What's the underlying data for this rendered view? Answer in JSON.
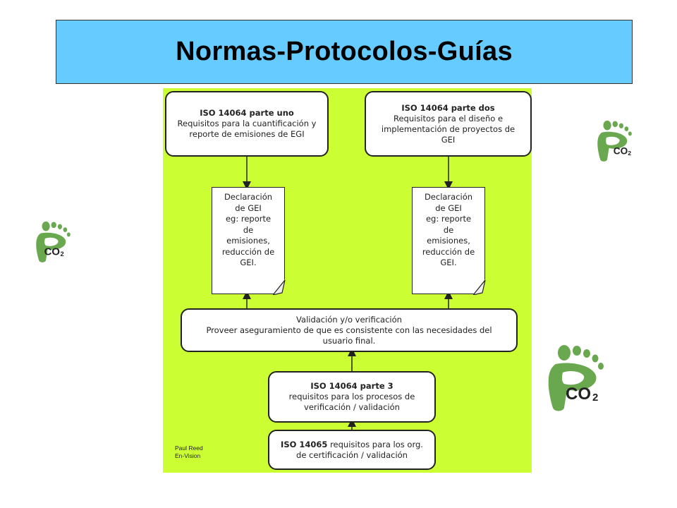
{
  "title": "Normas-Protocolos-Guías",
  "boxes": {
    "iso1": {
      "title": "ISO 14064 parte uno",
      "lines": [
        "Requisitos para la cuantificación y",
        "reporte de emisiones de EGI"
      ]
    },
    "iso2": {
      "title": "ISO 14064 parte dos",
      "lines": [
        "Requisitos para el diseño e",
        "implementación de proyectos de",
        "GEI"
      ]
    },
    "decl": {
      "lines": [
        "Declaración",
        "de GEI",
        "eg: reporte",
        "de",
        "emisiones,",
        "reducción de",
        "GEI."
      ]
    },
    "valid": {
      "title": "Validación y/o verificación",
      "lines": [
        "Proveer aseguramiento de que es consistente con las necesidades del",
        "usuario final."
      ]
    },
    "iso3": {
      "title": "ISO 14064 parte 3",
      "lines": [
        "requisitos para los procesos de",
        "verificación / validación"
      ]
    },
    "iso14065": {
      "title": "ISO 14065",
      "rest": "requisitos para los org.",
      "line2": "de certificación / validación"
    }
  },
  "credit": {
    "line1": "Paul Reed",
    "line2": "En-Vision"
  },
  "logo_text": "CO2",
  "colors": {
    "banner": "#66ccff",
    "panel": "#ccff33",
    "logo": "#6aa84f"
  }
}
